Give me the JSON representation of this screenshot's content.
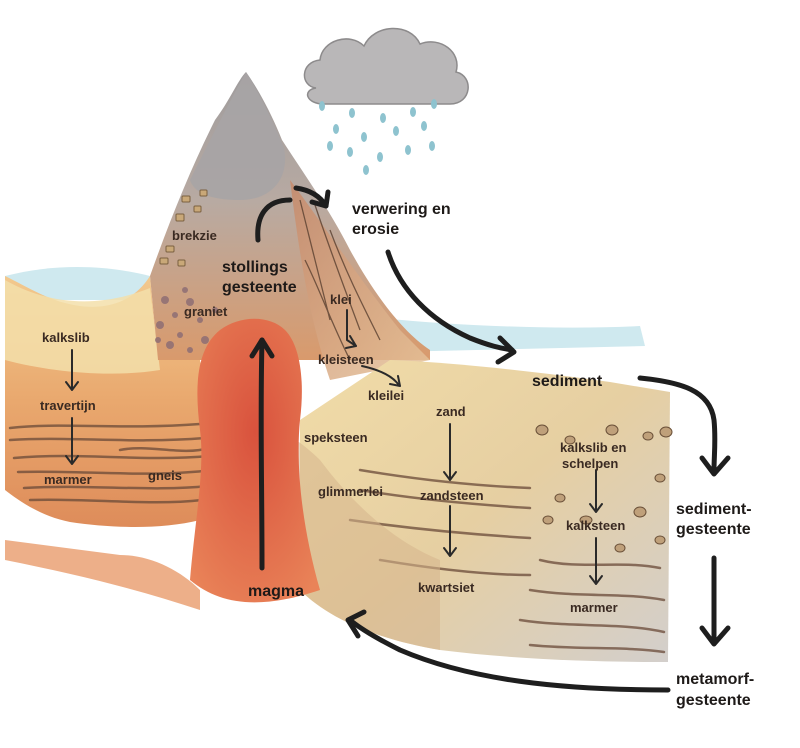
{
  "labels": {
    "brekzie": "brekzie",
    "stollings_1": "stollings",
    "stollings_2": "gesteente",
    "graniet": "graniet",
    "klei": "klei",
    "kleisteen": "kleisteen",
    "kleilei": "kleilei",
    "kalkslib_left": "kalkslib",
    "travertijn": "travertijn",
    "marmer_left": "marmer",
    "gneis": "gneis",
    "speksteen": "speksteen",
    "glimmerlei": "glimmerlei",
    "zand": "zand",
    "zandsteen": "zandsteen",
    "kwartsiet": "kwartsiet",
    "kalkslib_right_1": "kalkslib en",
    "kalkslib_right_2": "schelpen",
    "kalksteen": "kalksteen",
    "marmer_right": "marmer",
    "magma": "magma",
    "verwering_1": "verwering en",
    "verwering_2": "erosie",
    "sediment": "sediment",
    "sedimentgesteente_1": "sediment-",
    "sedimentgesteente_2": "gesteente",
    "metamorf_1": "metamorf-",
    "metamorf_2": "gesteente"
  },
  "colors": {
    "sky_water": "#cfe9ef",
    "sand": "#f0d9a8",
    "earth": "#e7a06a",
    "magma": "#e0664a",
    "mountain_grey": "#a8a6a6",
    "cloud": "#b9b7b8",
    "rain": "#8ec3cf",
    "metamorphic": "#d8d2cc"
  }
}
